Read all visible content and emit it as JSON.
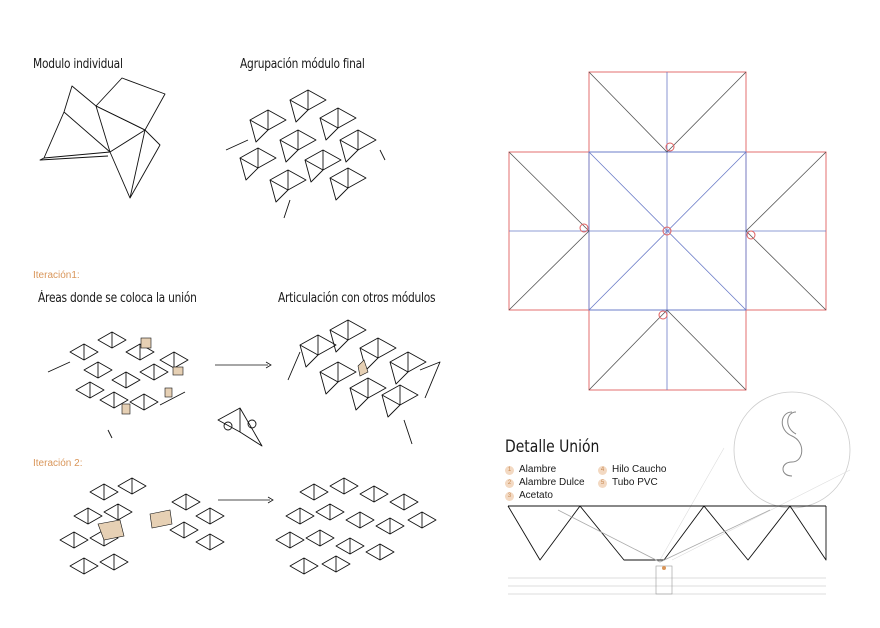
{
  "headings": {
    "individual": "Modulo individual",
    "group": "Agrupación módulo final",
    "iter1": "Iteración1:",
    "areas": "Áreas donde se coloca la unión",
    "articulation": "Articulación con otros módulos",
    "iter2": "Iteración 2:",
    "detail": "Detalle Unión"
  },
  "legend": [
    {
      "num": "1",
      "label": "Alambre"
    },
    {
      "num": "2",
      "label": "Alambre Dulce"
    },
    {
      "num": "3",
      "label": "Acetato"
    },
    {
      "num": "4",
      "label": "Hilo Caucho"
    },
    {
      "num": "5",
      "label": "Tubo PVC"
    }
  ],
  "colors": {
    "accent": "#d9965a",
    "fill": "#e6d0b4",
    "net_red": "#e06060",
    "net_blue": "#6b7cc8"
  }
}
